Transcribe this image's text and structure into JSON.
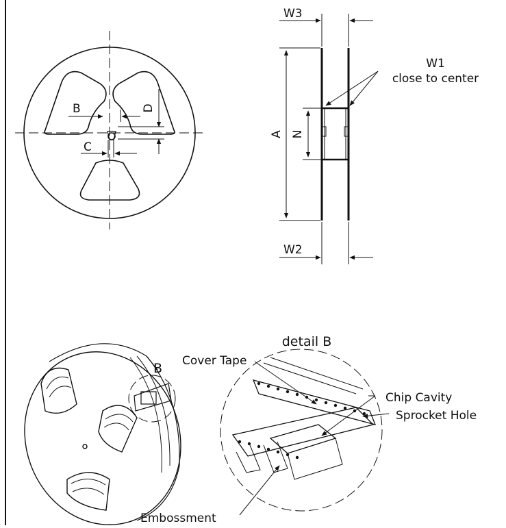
{
  "front_view": {
    "labels": {
      "b": "B",
      "c": "C",
      "d": "D"
    }
  },
  "side_view": {
    "labels": {
      "w3": "W3",
      "w1": "W1",
      "w1_note": "close to center",
      "a": "A",
      "n": "N",
      "w2": "W2"
    }
  },
  "perspective": {
    "detail_marker": "B"
  },
  "detail": {
    "title": "detail B",
    "callouts": {
      "cover_tape": "Cover Tape",
      "chip_cavity": "Chip Cavity",
      "sprocket_hole": "Sprocket Hole",
      "embossment": "Embossment"
    }
  }
}
